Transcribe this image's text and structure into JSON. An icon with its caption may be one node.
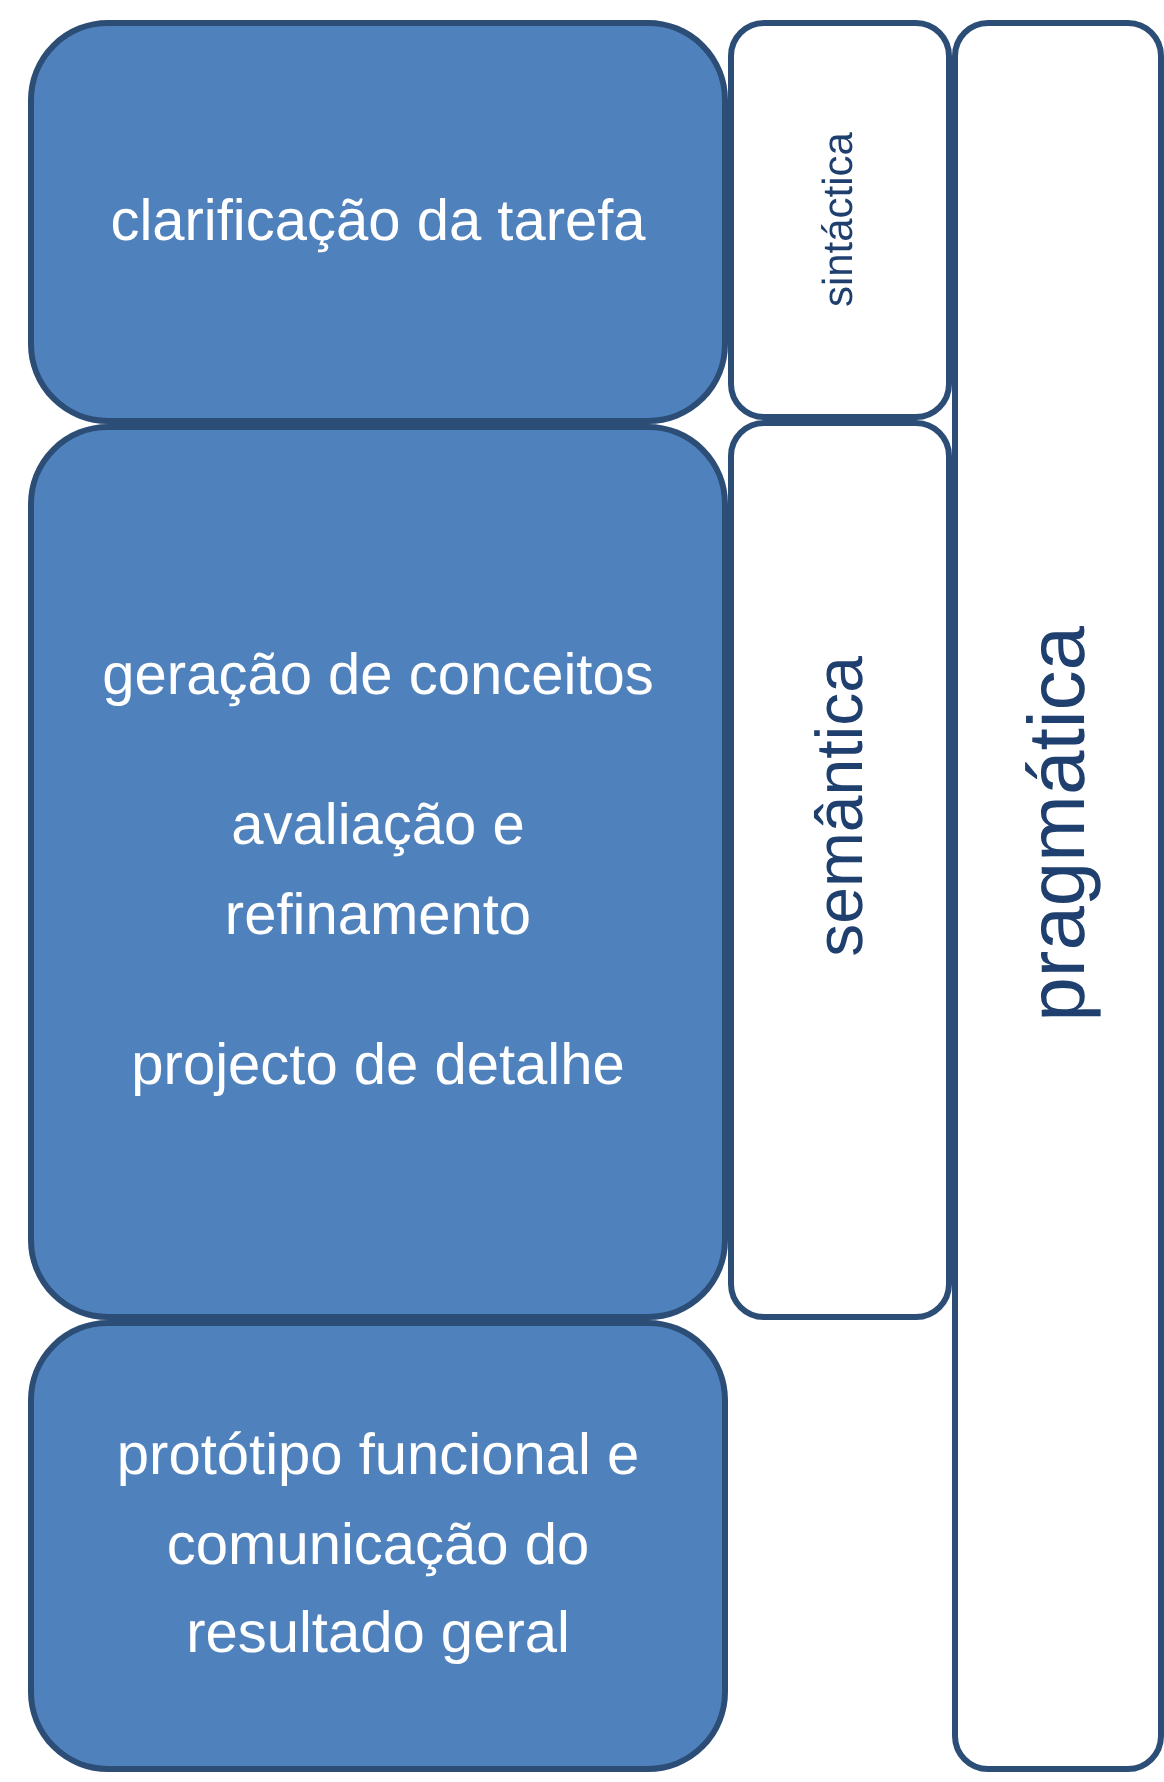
{
  "diagram": {
    "nodes": [
      {
        "text": [
          "clarificação da tarefa"
        ]
      },
      {
        "text": [
          "geração de conceitos",
          "avaliação e refinamento",
          "projecto de detalhe"
        ]
      },
      {
        "text": [
          "protótipo funcional e comunicação do resultado geral"
        ]
      },
      {
        "text": [
          "sintáctica"
        ]
      },
      {
        "text": [
          "semântica"
        ]
      },
      {
        "text": [
          "pragmática"
        ]
      }
    ]
  }
}
